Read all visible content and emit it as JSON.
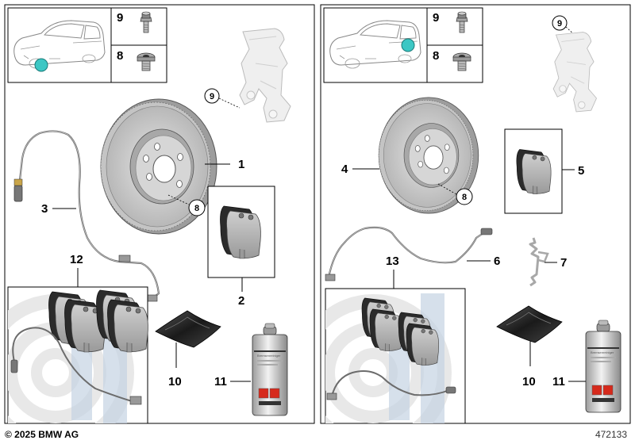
{
  "copyright": "© 2025 BMW AG",
  "diagram_id": "472133",
  "callouts": {
    "left": {
      "p1": "1",
      "p2": "2",
      "p3": "3",
      "p8_inset": "8",
      "p9_inset": "9",
      "p8_disc": "8",
      "p9_caliper": "9",
      "p10": "10",
      "p11": "11",
      "p12": "12"
    },
    "right": {
      "p4": "4",
      "p5": "5",
      "p6": "6",
      "p7": "7",
      "p8_inset": "8",
      "p9_inset": "9",
      "p8_disc": "8",
      "p9_caliper": "9",
      "p10": "10",
      "p11": "11",
      "p13": "13"
    }
  },
  "highlight_color": "#3cc7c4",
  "icons": [
    "car-icon",
    "bolt-icon",
    "plug-screw-icon",
    "brake-disc-icon",
    "brake-pad-icon",
    "wear-sensor-icon",
    "caliper-carrier-icon",
    "grease-pouch-icon",
    "spray-can-icon",
    "clip-spring-icon",
    "brand-watermark-icon"
  ]
}
